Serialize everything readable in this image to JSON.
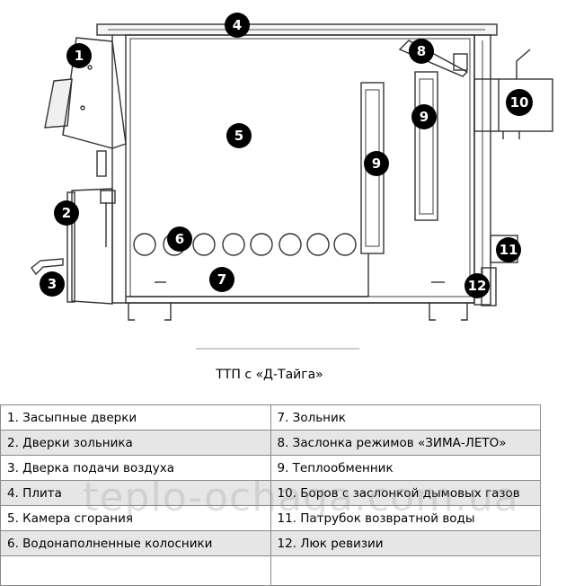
{
  "caption": "ТТП с «Д-Тайга»",
  "callouts": [
    "1",
    "2",
    "3",
    "4",
    "5",
    "6",
    "7",
    "8",
    "9",
    "9",
    "10",
    "11",
    "12"
  ],
  "legend": [
    {
      "left": "1. Засыпные дверки",
      "right": "7. Зольник"
    },
    {
      "left": "2. Дверки зольника",
      "right": "8. Заслонка режимов «ЗИМА-ЛЕТО»"
    },
    {
      "left": "3. Дверка подачи воздуха",
      "right": "9. Теплообменник"
    },
    {
      "left": "4. Плита",
      "right": "10. Боров с заслонкой дымовых газов"
    },
    {
      "left": "5. Камера сгорания",
      "right": "11. Патрубок возвратной воды"
    },
    {
      "left": "6. Водонаполненные колосники",
      "right": "12. Люк ревизии"
    },
    {
      "left": "",
      "right": ""
    }
  ],
  "watermark": "teplo-ochaga.com.ua"
}
